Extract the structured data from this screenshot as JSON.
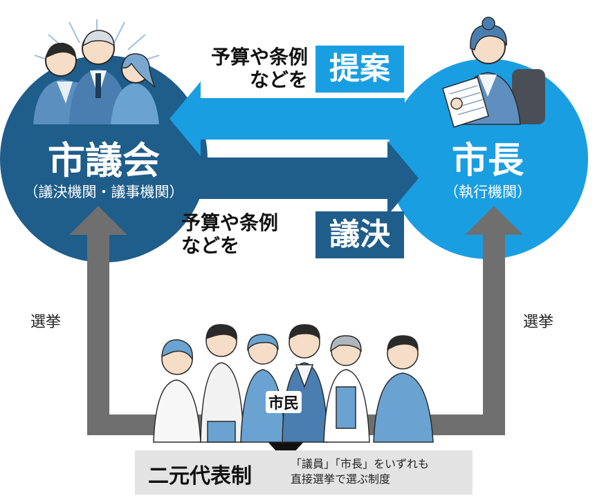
{
  "council": {
    "title": "市議会",
    "subtitle": "（議決機関・議事機関）"
  },
  "mayor": {
    "title": "市長",
    "subtitle": "（執行機関）"
  },
  "propose": {
    "line1": "予算や条例",
    "line2": "などを",
    "action": "提案"
  },
  "decide": {
    "line1": "予算や条例",
    "line2": "などを",
    "action": "議決"
  },
  "election_left": "選挙",
  "election_right": "選挙",
  "citizens_label": "市民",
  "system": {
    "title": "二元代表制",
    "note_line1": "「議員」「市長」をいずれも",
    "note_line2": "直接選挙で選ぶ制度"
  },
  "colors": {
    "council_blue": "#1f5d8b",
    "mayor_blue": "#1a9ee2",
    "propose_box": "#1a9ee2",
    "decide_box": "#1f5d8b",
    "arrow_gray": "#6f6f6f"
  }
}
